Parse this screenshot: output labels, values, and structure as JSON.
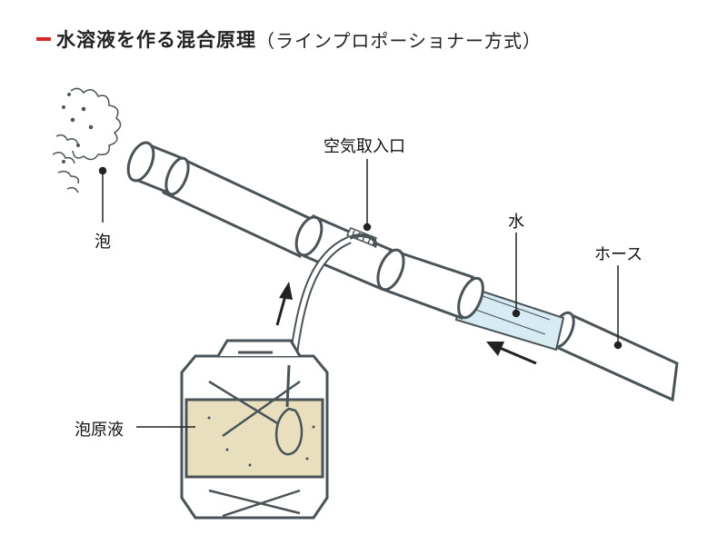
{
  "title": {
    "main": "水溶液を作る混合原理",
    "sub": "（ラインプロポーショナー方式）"
  },
  "labels": {
    "foam": "泡",
    "air_intake": "空気取入口",
    "water": "水",
    "hose": "ホース",
    "foam_concentrate": "泡原液"
  },
  "colors": {
    "accent": "#d42a2a",
    "line": "#4a5357",
    "concentrate": "#e8dfbf",
    "water": "#d6ebf2"
  }
}
